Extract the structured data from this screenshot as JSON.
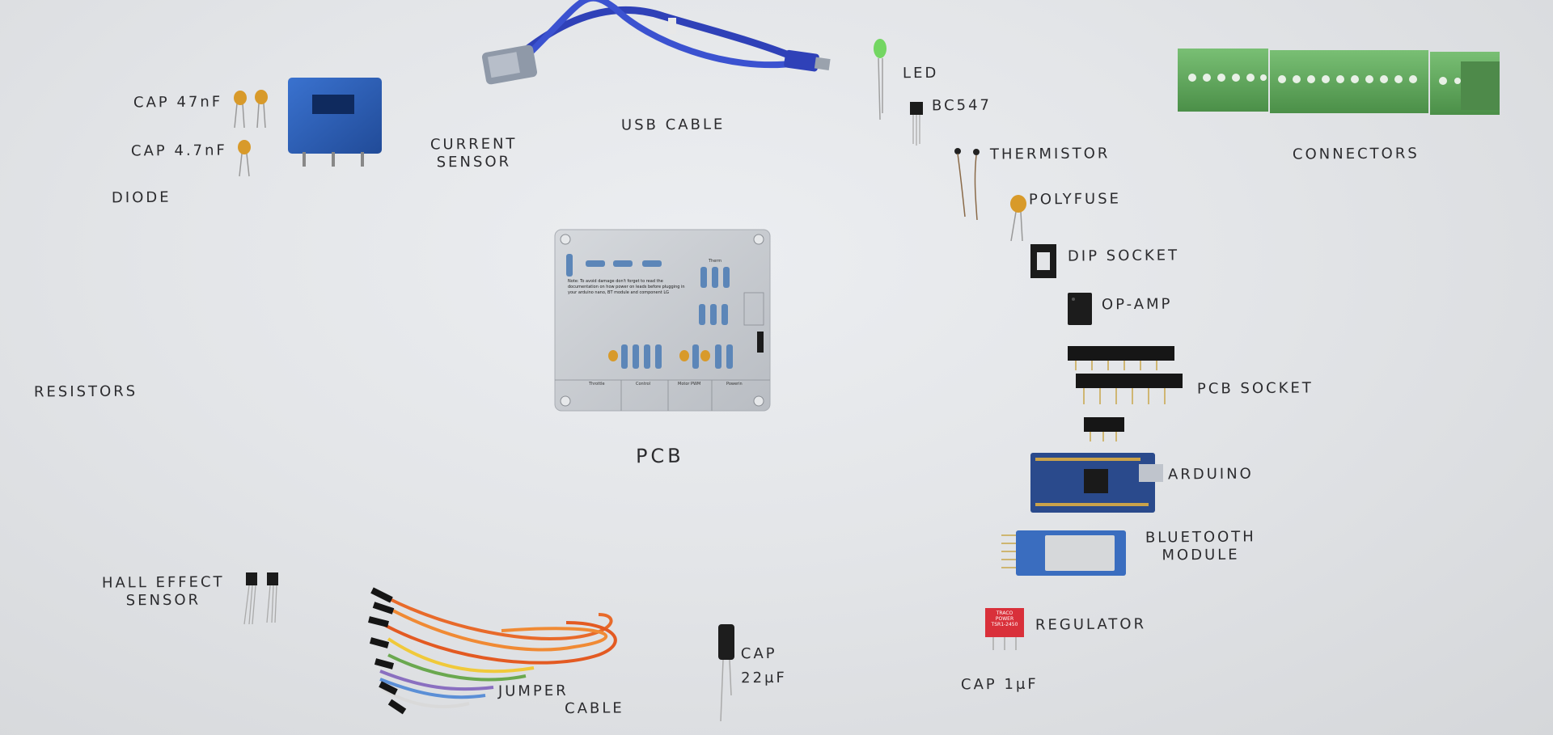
{
  "labels": {
    "cap_47nf": "CAP 47nF",
    "cap_4_7nf": "CAP 4.7nF",
    "diode": "DIODE",
    "current_sensor_line1": "CURRENT",
    "current_sensor_line2": "SENSOR",
    "usb_cable": "USB CABLE",
    "led": "LED",
    "bc547": "BC547",
    "thermistor": "THERMISTOR",
    "connectors": "CONNECTORS",
    "polyfuse": "POLYFUSE",
    "dip_socket": "DIP SOCKET",
    "op_amp": "OP-AMP",
    "resistors": "RESISTORS",
    "pcb": "PCB",
    "pcb_socket": "PCB SOCKET",
    "arduino": "ARDUINO",
    "bluetooth_line1": "BLUETOOTH",
    "bluetooth_line2": "MODULE",
    "hall_line1": "HALL EFFECT",
    "hall_line2": "SENSOR",
    "regulator": "REGULATOR",
    "cap_22uf_line1": "CAP",
    "cap_22uf_line2": "22μF",
    "cap_1uf": "CAP 1μF",
    "jumper_line1": "JUMPER",
    "jumper_line2": "CABLE"
  },
  "pcb": {
    "note": "Note: To avoid damage don't forget to read the documentation on how power on leads before plugging in your arduino nano, BT module and component LG",
    "section_labels": [
      "Throttle",
      "Control",
      "Motor PWM",
      "Powerin"
    ],
    "therm_label": "Therm"
  },
  "regulator_chip": {
    "line1": "TRACO",
    "line2": "POWER",
    "line3": "TSR1-2450"
  },
  "colors": {
    "background": "#e3e5e8",
    "pcb": "#c9cdd2",
    "current_sensor": "#2d5fb8",
    "usb_cable": "#2f41b8",
    "connectors": "#5fa85c",
    "arduino": "#2a4a8c",
    "bluetooth": "#3a6dbf",
    "regulator": "#d9303a",
    "capacitor": "#d89a2a",
    "jumper_orange": "#e86a2a"
  }
}
